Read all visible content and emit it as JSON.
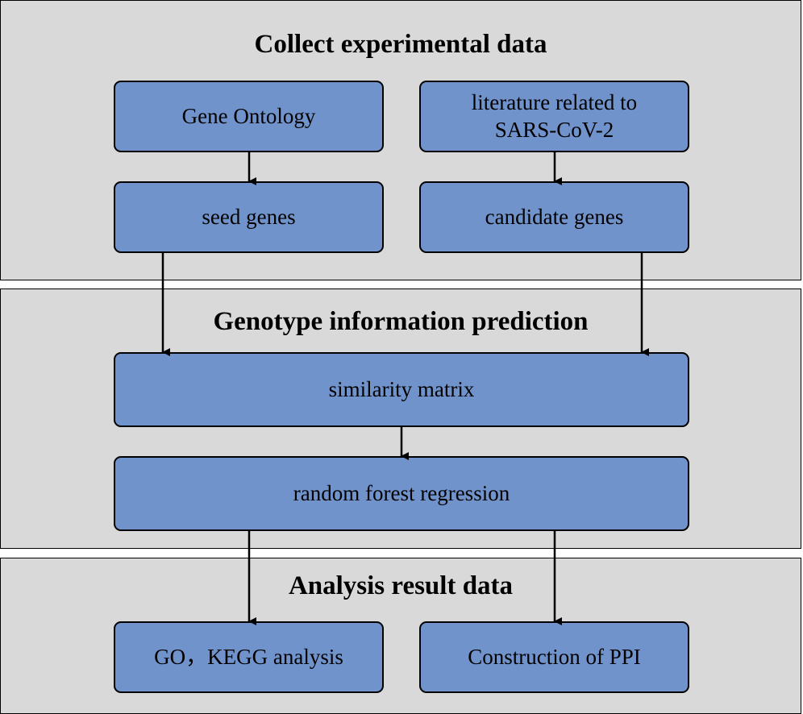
{
  "sections": {
    "collect": {
      "title": "Collect experimental data"
    },
    "predict": {
      "title": "Genotype information prediction"
    },
    "analyze": {
      "title": "Analysis result data"
    }
  },
  "boxes": {
    "gene_ontology": "Gene Ontology",
    "literature": "literature related to\nSARS-CoV-2",
    "seed_genes": "seed genes",
    "candidate_genes": "candidate genes",
    "similarity_matrix": "similarity matrix",
    "random_forest": "random forest regression",
    "go_kegg": "GO，KEGG analysis",
    "ppi": "Construction of PPI"
  },
  "colors": {
    "box_fill": "#7193cc",
    "section_fill": "#d9d9d9",
    "border": "#000000"
  }
}
